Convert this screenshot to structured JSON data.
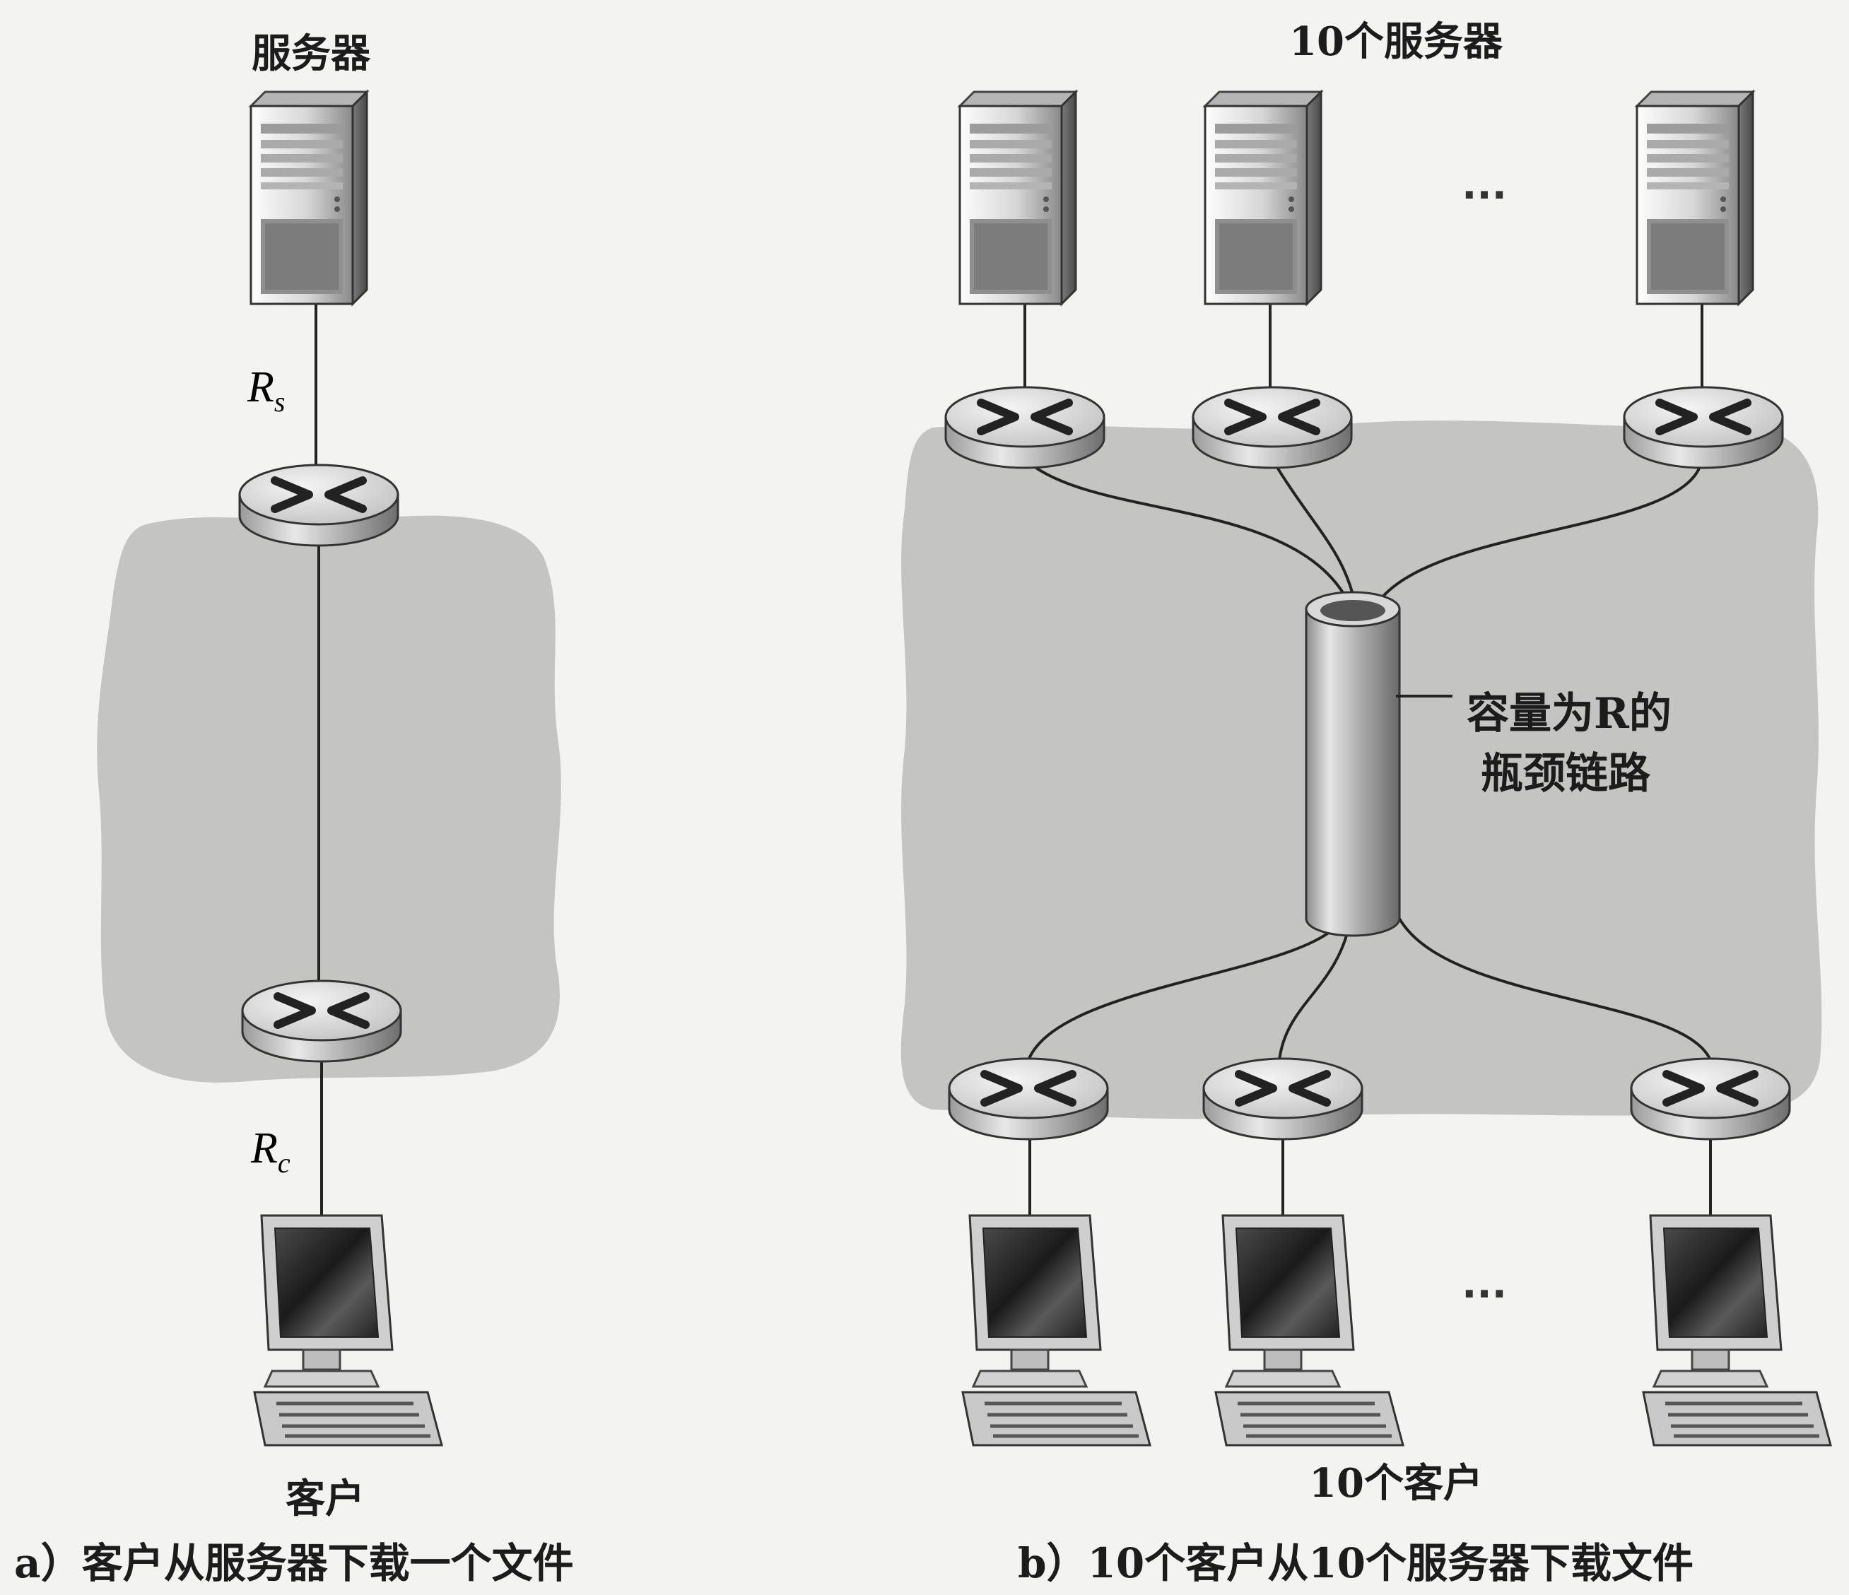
{
  "panel_a": {
    "server_label": "服务器",
    "client_label": "客户",
    "server_rate": {
      "symbol": "R",
      "subscript": "s"
    },
    "client_rate": {
      "symbol": "R",
      "subscript": "c"
    },
    "caption": "a）客户从服务器下载一个文件"
  },
  "panel_b": {
    "servers_label": "10个服务器",
    "clients_label": "10个客户",
    "ellipsis_servers": "···",
    "ellipsis_clients": "···",
    "bottleneck_label_line1": "容量为R的",
    "bottleneck_label_line2": "瓶颈链路",
    "caption": "b）10个客户从10个服务器下载文件"
  }
}
